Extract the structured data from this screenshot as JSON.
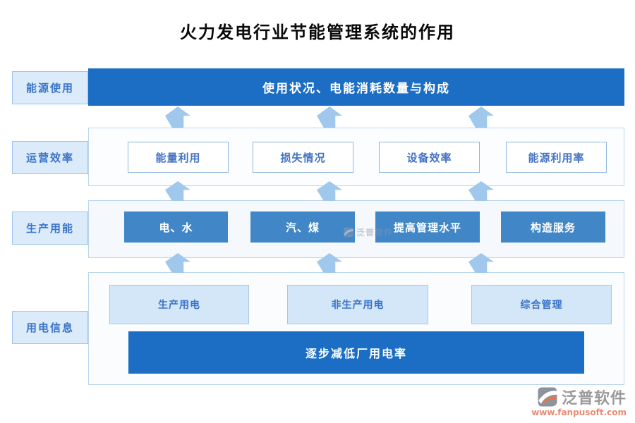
{
  "title": "火力发电行业节能管理系统的作用",
  "side_labels": [
    "能源使用",
    "运营效率",
    "生产用能",
    "用电信息"
  ],
  "level1": {
    "bar_label": "使用状况、电能消耗数量与构成"
  },
  "level2": {
    "boxes": [
      "能量利用",
      "损失情况",
      "设备效率",
      "能源利用率"
    ]
  },
  "level3": {
    "boxes": [
      "电、水",
      "汽、煤",
      "提高管理水平",
      "构造服务"
    ]
  },
  "level4": {
    "boxes": [
      "生产用电",
      "非生产用电",
      "综合管理"
    ],
    "bar_label": "逐步减低厂用电率"
  },
  "watermark": {
    "text": "泛普软件"
  },
  "footer": {
    "brand": "泛普软件",
    "url": "www.fanpusoft.com"
  },
  "colors": {
    "primary_bar": "#1b6ec4",
    "solid_box": "#4187c8",
    "light_box_fill": "#d3e7f8",
    "light_box_border": "#a5c9e9",
    "side_label_fill": "#dcebf9",
    "side_label_text": "#3a74c9",
    "outline_box_border": "#8fb6de",
    "outline_box_text": "#4472c4",
    "container_border": "#b9d5ed",
    "arrow": "#9fc8ec",
    "brand_gray": "#9a9a9a",
    "url_coral": "#ec8a74"
  }
}
